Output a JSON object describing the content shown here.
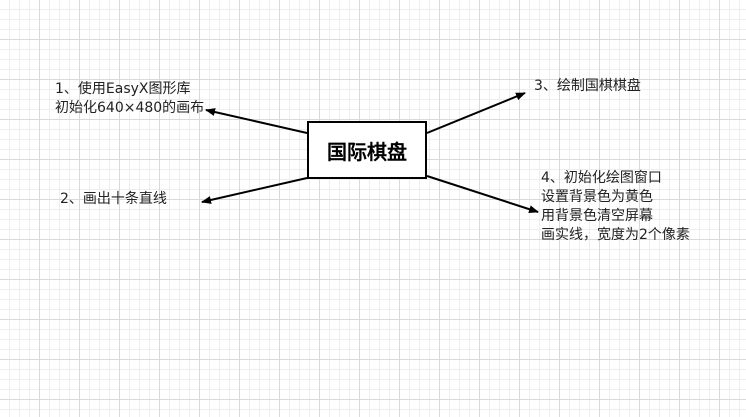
{
  "center": {
    "label": "国际棋盘"
  },
  "nodes": {
    "step1": {
      "line1": "1、使用EasyX图形库",
      "line2": "初始化640×480的画布"
    },
    "step2": {
      "line1": "2、画出十条直线"
    },
    "step3": {
      "line1": "3、绘制国棋棋盘"
    },
    "step4": {
      "line1": "4、初始化绘图窗口",
      "line2": "设置背景色为黄色",
      "line3": "用背景色清空屏幕",
      "line4": "画实线，宽度为2个像素"
    }
  },
  "colors": {
    "background": "#ffffff",
    "grid_major": "#d9d9d9",
    "grid_minor": "#eeeeee",
    "stroke": "#000000",
    "text": "#222222"
  }
}
